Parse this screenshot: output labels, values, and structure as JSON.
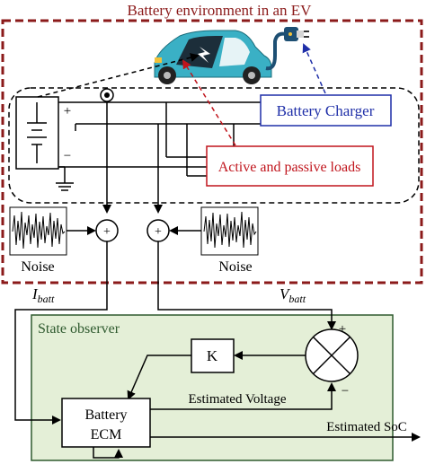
{
  "title": "Battery environment in an EV",
  "labels": {
    "battery_charger": "Battery Charger",
    "loads": "Active and passive loads",
    "noise_left": "Noise",
    "noise_right": "Noise",
    "i_batt_main": "I",
    "i_batt_sub": "batt",
    "v_batt_main": "V",
    "v_batt_sub": "batt",
    "state_observer": "State observer",
    "k_block": "K",
    "estimated_voltage": "Estimated Voltage",
    "battery_ecm_line1": "Battery",
    "battery_ecm_line2": "ECM",
    "estimated_soc": "Estimated SoC",
    "plus_terminal": "+",
    "minus_terminal": "−",
    "sum_plus": "+",
    "comparator_plus": "+",
    "comparator_minus": "−"
  },
  "colors": {
    "environment_border": "#8b1a1a",
    "charger_blue": "#1f2fa8",
    "loads_red": "#c0141c",
    "observer_fill": "#e4efd7",
    "observer_border": "#2f5a2f",
    "car_teal": "#3ab0c5"
  },
  "icons": [
    "car-icon",
    "charging-plug-icon",
    "battery-icon",
    "ground-icon",
    "noise-signal-icon",
    "summing-junction-icon",
    "comparator-icon"
  ]
}
